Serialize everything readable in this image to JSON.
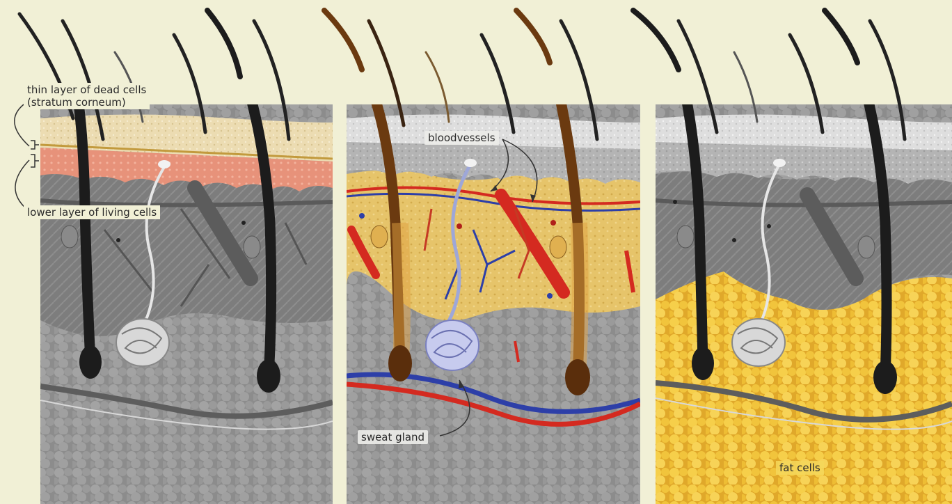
{
  "labels": {
    "dead_cells_line1": "thin layer of dead cells",
    "dead_cells_line2": "(stratum corneum)",
    "living_cells": "lower layer of living cells",
    "bloodvessels": "bloodvessels",
    "sweat_gland": "sweat gland",
    "fat_cells": "fat cells"
  },
  "colors": {
    "background": "#f1f0d6",
    "skin_gray": "#8f8f8f",
    "dermis_highlight": "#e6c46a",
    "fat_yellow": "#f2c53a",
    "artery_red": "#d42a20",
    "vein_blue": "#2d3fa8",
    "hair_dark": "#1c1c1c",
    "hair_brown": "#6b3a10"
  }
}
